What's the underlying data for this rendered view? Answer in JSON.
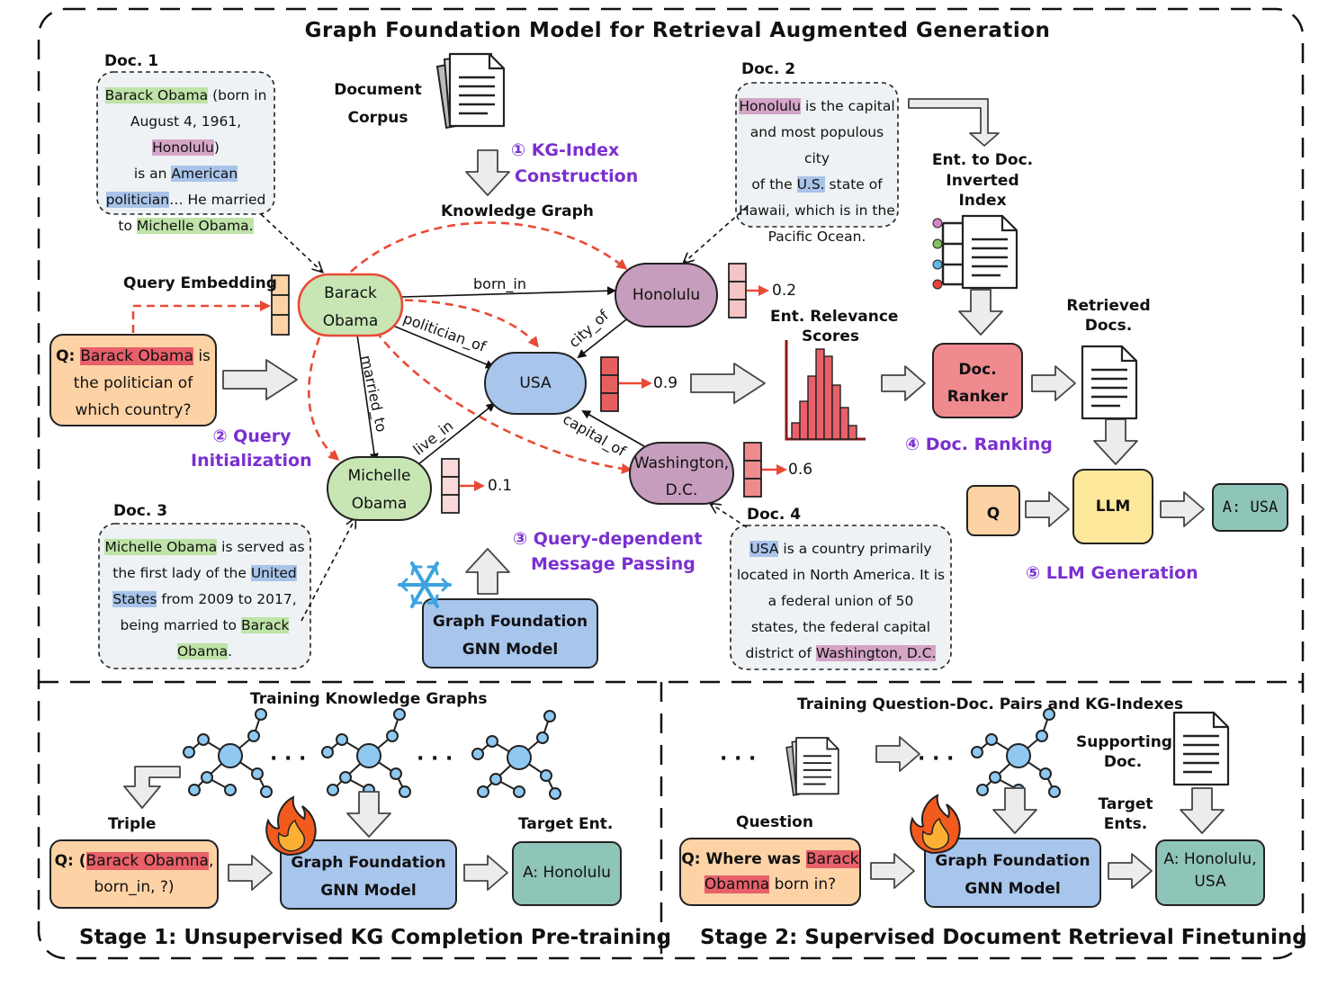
{
  "title": "Graph Foundation Model for Retrieval Augmented Generation",
  "docs": {
    "doc1": {
      "label": "Doc. 1",
      "parts": [
        {
          "t": "Barack Obama",
          "h": "g"
        },
        {
          "t": " (born in"
        },
        {
          "br": true
        },
        {
          "t": "August 4, 1961, "
        },
        {
          "t": "Honolulu",
          "h": "p"
        },
        {
          "t": ")"
        },
        {
          "br": true
        },
        {
          "t": "is an "
        },
        {
          "t": "American",
          "h": "b"
        },
        {
          "br": true
        },
        {
          "t": "politician",
          "h": "b"
        },
        {
          "t": "… He married"
        },
        {
          "br": true
        },
        {
          "t": "to "
        },
        {
          "t": "Michelle Obama.",
          "h": "g"
        }
      ]
    },
    "doc2": {
      "label": "Doc. 2",
      "parts": [
        {
          "t": "Honolulu",
          "h": "p"
        },
        {
          "t": " is the capital"
        },
        {
          "br": true
        },
        {
          "t": "and most populous city"
        },
        {
          "br": true
        },
        {
          "t": "of the "
        },
        {
          "t": "U.S.",
          "h": "b"
        },
        {
          "t": " state of"
        },
        {
          "br": true
        },
        {
          "t": "Hawaii, which is in the"
        },
        {
          "br": true
        },
        {
          "t": "Pacific Ocean."
        }
      ]
    },
    "doc3": {
      "label": "Doc. 3",
      "parts": [
        {
          "t": "Michelle Obama",
          "h": "g"
        },
        {
          "t": " is served as"
        },
        {
          "br": true
        },
        {
          "t": "the first lady of the "
        },
        {
          "t": "United",
          "h": "b"
        },
        {
          "br": true
        },
        {
          "t": "States",
          "h": "b"
        },
        {
          "t": " from 2009 to 2017,"
        },
        {
          "br": true
        },
        {
          "t": "being married to "
        },
        {
          "t": "Barack",
          "h": "g"
        },
        {
          "br": true
        },
        {
          "t": "Obama",
          "h": "g"
        },
        {
          "t": "."
        }
      ]
    },
    "doc4": {
      "label": "Doc. 4",
      "parts": [
        {
          "t": "USA",
          "h": "b"
        },
        {
          "t": " is a country primarily"
        },
        {
          "br": true
        },
        {
          "t": "located in North America. It is"
        },
        {
          "br": true
        },
        {
          "t": "a federal union of 50"
        },
        {
          "br": true
        },
        {
          "t": "states, the federal capital"
        },
        {
          "br": true
        },
        {
          "t": "district of "
        },
        {
          "t": "Washington, D.C.",
          "h": "p"
        }
      ]
    }
  },
  "labels": {
    "document_corpus_1": "Document",
    "document_corpus_2": "Corpus",
    "kg_index_1": "① KG-Index",
    "kg_index_2": "Construction",
    "knowledge_graph": "Knowledge Graph",
    "query_embedding": "Query Embedding",
    "query_init_1": "② Query",
    "query_init_2": "Initialization",
    "msg_passing_1": "③ Query-dependent",
    "msg_passing_2": "Message Passing",
    "gfm_1": "Graph Foundation",
    "gfm_2": "GNN Model",
    "ent_doc_1": "Ent. to Doc.",
    "ent_doc_2": "Inverted",
    "ent_doc_3": "Index",
    "ent_rel_1": "Ent. Relevance",
    "ent_rel_2": "Scores",
    "retrieved_1": "Retrieved",
    "retrieved_2": "Docs.",
    "doc_ranker_1": "Doc.",
    "doc_ranker_2": "Ranker",
    "doc_ranking": "④ Doc. Ranking",
    "llm": "LLM",
    "llm_gen": "⑤ LLM Generation",
    "q": "Q",
    "answer": "A: USA"
  },
  "query": {
    "prefix": "Q: ",
    "entity": "Barack Obama",
    "rest1": " is",
    "line2": "the politician of",
    "line3": "which country?"
  },
  "nodes": {
    "barack_1": "Barack",
    "barack_2": "Obama",
    "honolulu": "Honolulu",
    "usa": "USA",
    "michelle_1": "Michelle",
    "michelle_2": "Obama",
    "washington_1": "Washington,",
    "washington_2": "D.C."
  },
  "edges": {
    "born_in": "born_in",
    "politician_of": "politician_of",
    "city_of": "city_of",
    "married_to": "married_to",
    "live_in": "live_in",
    "capital_of": "capital_of"
  },
  "scores": {
    "honolulu": "0.2",
    "usa": "0.9",
    "michelle": "0.1",
    "washington": "0.6"
  },
  "relevance_bars": [
    0.18,
    0.42,
    0.7,
    1.0,
    0.92,
    0.6,
    0.35,
    0.15
  ],
  "stage1": {
    "title": "Stage 1: Unsupervised KG Completion Pre-training",
    "training_kg": "Training Knowledge Graphs",
    "dots1": "· · ·",
    "dots2": "· · ·",
    "triple": "Triple",
    "target": "Target Ent.",
    "query_prefix": "Q: (",
    "query_entity": "Barack Obamna",
    "query_rest": ",",
    "query_line2": "born_in, ?)",
    "gfm_1": "Graph Foundation",
    "gfm_2": "GNN Model",
    "answer": "A: Honolulu"
  },
  "stage2": {
    "title": "Stage 2: Supervised Document Retrieval Finetuning",
    "training_pairs": "Training Question-Doc. Pairs and KG-Indexes",
    "dots1": "· · ·",
    "dots2": "· · ·",
    "question": "Question",
    "supporting_1": "Supporting",
    "supporting_2": "Doc.",
    "target_1": "Target",
    "target_2": "Ents.",
    "query_prefix": "Q: Where was ",
    "query_entity1": "Barack",
    "query_entity2": "Obamna",
    "query_rest": " born in?",
    "gfm_1": "Graph Foundation",
    "gfm_2": "GNN Model",
    "answer_1": "A: Honolulu,",
    "answer_2": "USA"
  },
  "colors": {
    "green": "#c8e6b4",
    "purple": "#c79dbd",
    "blue": "#a8c5ec",
    "orange": "#fdd2a5",
    "red": "#ef8a8e",
    "yellow": "#fde79a",
    "teal": "#8fc5b8",
    "gray": "#e8e8e8",
    "arrow_red": "#e94a36"
  }
}
